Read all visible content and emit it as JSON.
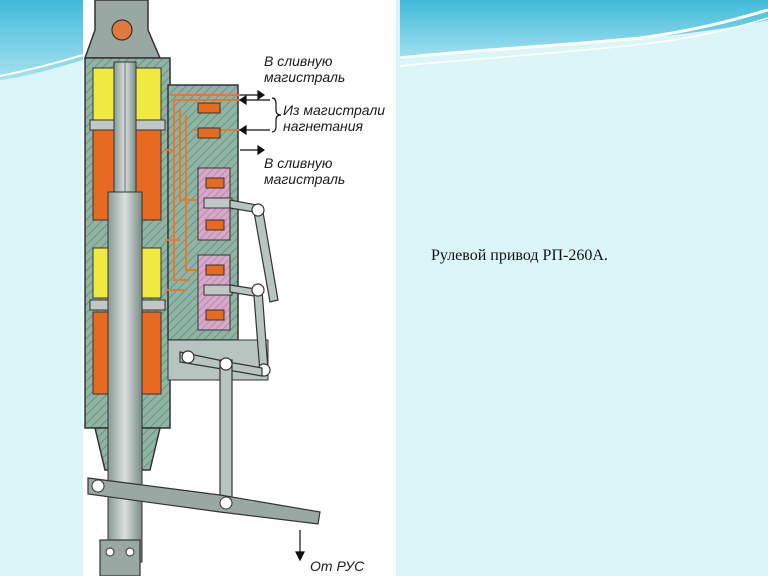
{
  "slide": {
    "caption": "Рулевой привод РП-260А."
  },
  "diagram": {
    "labels": {
      "drain_top_line1": "В сливную",
      "drain_top_line2": "магистраль",
      "pressure_line1": "Из магистрали",
      "pressure_line2": "нагнетания",
      "drain_bottom_line1": "В сливную",
      "drain_bottom_line2": "магистраль",
      "from_rus": "От РУС"
    }
  }
}
